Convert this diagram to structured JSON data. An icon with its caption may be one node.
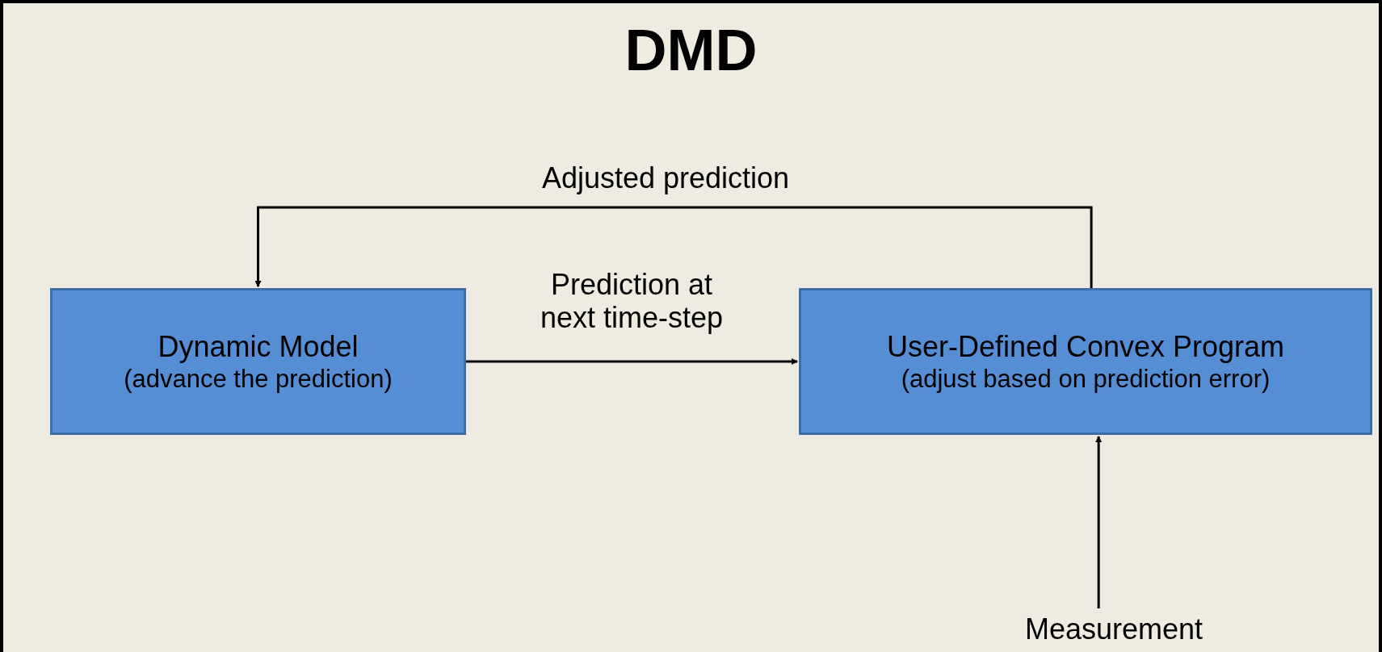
{
  "diagram": {
    "title": "DMD",
    "nodes": [
      {
        "text": [
          "Dynamic Model",
          "(advance the prediction)"
        ]
      },
      {
        "text": [
          "User-Defined Convex Program",
          "(adjust based on prediction error)"
        ]
      },
      {
        "text": [
          "Measurement"
        ]
      }
    ],
    "edges": [
      {
        "from": 0,
        "to": 1,
        "arrow": "to",
        "label": "Prediction at next time-step"
      },
      {
        "from": 1,
        "to": 0,
        "arrow": "to",
        "label": "Adjusted prediction"
      },
      {
        "from": 2,
        "to": 1,
        "arrow": "to"
      }
    ]
  }
}
